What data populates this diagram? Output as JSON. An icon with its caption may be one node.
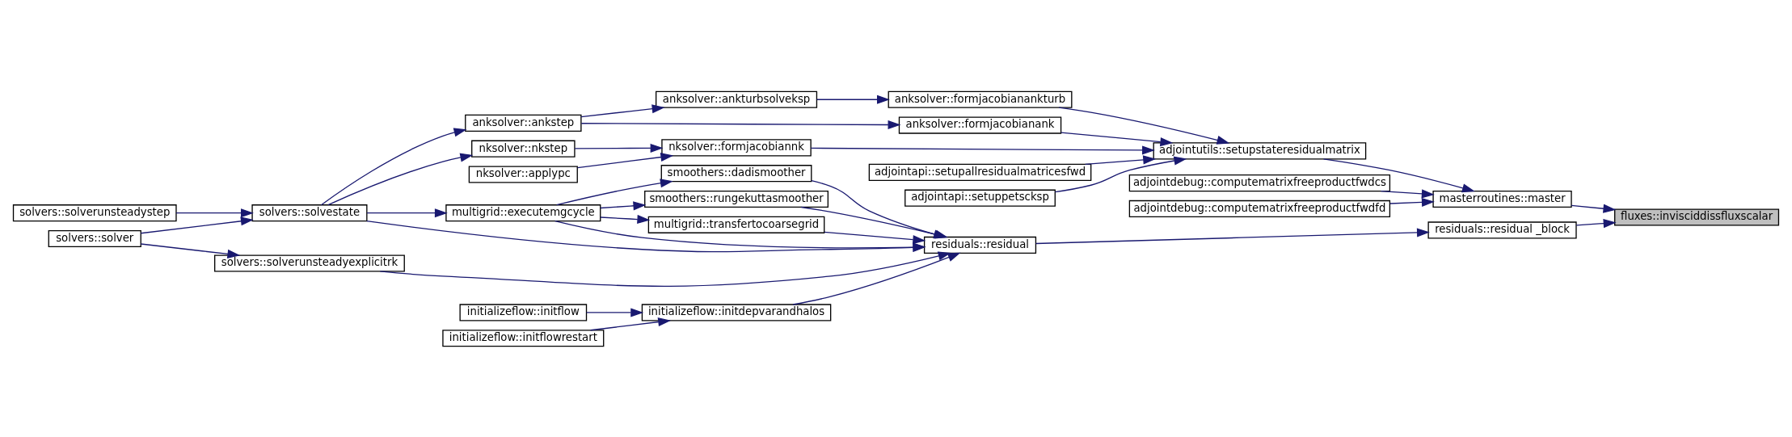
{
  "diagram": {
    "nodes": [
      {
        "text": [
          "solvers::solverunsteadystep"
        ]
      },
      {
        "text": [
          "solvers::solver"
        ]
      },
      {
        "text": [
          "solvers::solvestate"
        ]
      },
      {
        "text": [
          "solvers::solverunsteadyexplicitrk"
        ]
      },
      {
        "text": [
          "anksolver::ankstep"
        ]
      },
      {
        "text": [
          "nksolver::nkstep"
        ]
      },
      {
        "text": [
          "multigrid::executemgcycle"
        ]
      },
      {
        "text": [
          "initializeflow::initflow"
        ]
      },
      {
        "text": [
          "initializeflow::initflowrestart"
        ]
      },
      {
        "text": [
          "anksolver::ankturbsolveksp"
        ]
      },
      {
        "text": [
          "nksolver::applypc"
        ]
      },
      {
        "text": [
          "smoothers::dadismoother"
        ]
      },
      {
        "text": [
          "smoothers::rungekuttasmoother"
        ]
      },
      {
        "text": [
          "multigrid::transfertocoarsegrid"
        ]
      },
      {
        "text": [
          "initializeflow::initdepvarandhalos"
        ]
      },
      {
        "text": [
          "anksolver::formjacobianank"
        ]
      },
      {
        "text": [
          "anksolver::formjacobianankturb"
        ]
      },
      {
        "text": [
          "nksolver::formjacobiannk"
        ]
      },
      {
        "text": [
          "adjointapi::setupallresidualmatricesfwd"
        ]
      },
      {
        "text": [
          "adjointapi::setuppetscksp"
        ]
      },
      {
        "text": [
          "residuals::residual"
        ]
      },
      {
        "text": [
          "adjointdebug::computematrixfreeproductfwdcs"
        ]
      },
      {
        "text": [
          "adjointdebug::computematrixfreeproductfwdfd"
        ]
      },
      {
        "text": [
          "adjointutils::setupstateresidualmatrix"
        ]
      },
      {
        "text": [
          "masterroutines::master"
        ]
      },
      {
        "text": [
          "residuals::residual _block"
        ]
      },
      {
        "text": [
          "fluxes::invisciddissfluxscalar"
        ]
      }
    ],
    "edges": [
      {
        "from": 0,
        "to": 2,
        "arrow": "to"
      },
      {
        "from": 1,
        "to": 2,
        "arrow": "to"
      },
      {
        "from": 1,
        "to": 3,
        "arrow": "to"
      },
      {
        "from": 2,
        "to": 4,
        "arrow": "to"
      },
      {
        "from": 2,
        "to": 5,
        "arrow": "to"
      },
      {
        "from": 2,
        "to": 20,
        "arrow": "to"
      },
      {
        "from": 2,
        "to": 6,
        "arrow": "to"
      },
      {
        "from": 3,
        "to": 20,
        "arrow": "to"
      },
      {
        "from": 4,
        "to": 15,
        "arrow": "to"
      },
      {
        "from": 4,
        "to": 9,
        "arrow": "to"
      },
      {
        "from": 5,
        "to": 17,
        "arrow": "to"
      },
      {
        "from": 6,
        "to": 11,
        "arrow": "to"
      },
      {
        "from": 6,
        "to": 20,
        "arrow": "to"
      },
      {
        "from": 6,
        "to": 12,
        "arrow": "to"
      },
      {
        "from": 6,
        "to": 13,
        "arrow": "to"
      },
      {
        "from": 7,
        "to": 14,
        "arrow": "to"
      },
      {
        "from": 8,
        "to": 14,
        "arrow": "to"
      },
      {
        "from": 9,
        "to": 16,
        "arrow": "to"
      },
      {
        "from": 10,
        "to": 17,
        "arrow": "to"
      },
      {
        "from": 11,
        "to": 20,
        "arrow": "to"
      },
      {
        "from": 12,
        "to": 20,
        "arrow": "to"
      },
      {
        "from": 13,
        "to": 20,
        "arrow": "to"
      },
      {
        "from": 14,
        "to": 20,
        "arrow": "to"
      },
      {
        "from": 15,
        "to": 23,
        "arrow": "to"
      },
      {
        "from": 16,
        "to": 23,
        "arrow": "to"
      },
      {
        "from": 17,
        "to": 23,
        "arrow": "to"
      },
      {
        "from": 18,
        "to": 23,
        "arrow": "to"
      },
      {
        "from": 19,
        "to": 23,
        "arrow": "to"
      },
      {
        "from": 20,
        "to": 25,
        "arrow": "to"
      },
      {
        "from": 21,
        "to": 24,
        "arrow": "to"
      },
      {
        "from": 22,
        "to": 24,
        "arrow": "to"
      },
      {
        "from": 23,
        "to": 24,
        "arrow": "to"
      },
      {
        "from": 24,
        "to": 26,
        "arrow": "to"
      },
      {
        "from": 25,
        "to": 26,
        "arrow": "to"
      }
    ]
  }
}
